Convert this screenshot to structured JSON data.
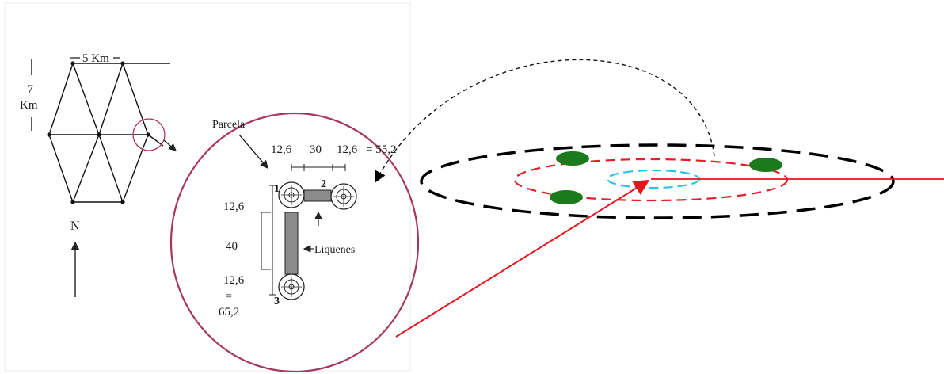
{
  "grid_map": {
    "width_label": "5 Km",
    "height_value": "7",
    "height_unit": "Km",
    "north_label": "N"
  },
  "plot_detail": {
    "parcela_label": "Parcela",
    "top_dims": [
      "12,6",
      "30",
      "12,6",
      "= 55,2"
    ],
    "left_dims": [
      "12,6",
      "40",
      "12,6",
      "=",
      "65,2"
    ],
    "subplot_numbers": [
      "1",
      "2",
      "3"
    ],
    "lichens_label": "Liquenes"
  },
  "colors": {
    "zoom_circle": "#a8385a",
    "outer_ring": "#000000",
    "middle_ring": "#e0202a",
    "inner_ring": "#29c4ea",
    "markers": "#1b7a1b",
    "pointer_lines": "#e3161e",
    "lichen_strip": "#8c8c8c"
  },
  "rings": {
    "marker_count": 3
  }
}
